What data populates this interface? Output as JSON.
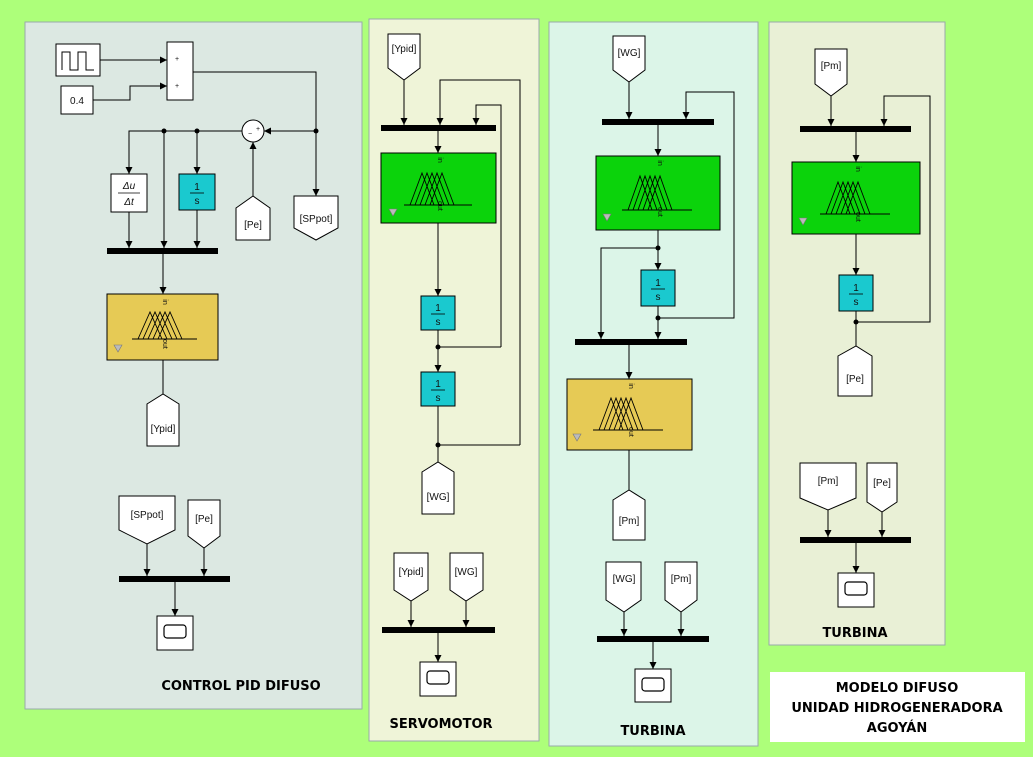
{
  "panels": {
    "control": {
      "title": "CONTROL PID DIFUSO",
      "bg": "#dce8e2"
    },
    "servo": {
      "title": "SERVOMOTOR",
      "bg": "#eff4d8"
    },
    "turbina": {
      "title": "TURBINA",
      "bg": "#dcf5e8"
    },
    "turbina2": {
      "title": "TURBINA",
      "bg": "#e9f0d6"
    }
  },
  "model_title": {
    "line1": "MODELO DIFUSO",
    "line2": "UNIDAD HIDROGENERADORA",
    "line3": "AGOYÁN"
  },
  "control": {
    "constant": "0.4",
    "sum_top": "+",
    "sum_bottom": "+",
    "circle_sum_plus": "+",
    "circle_sum_minus": "−",
    "deriv_num": "Δu",
    "deriv_den": "Δt",
    "integ_num": "1",
    "integ_den": "s",
    "from_pe": "[Pe]",
    "goto_sppot": "[SPpot]",
    "goto_ypid": "[Ypid]",
    "from_sppot2": "[SPpot]",
    "from_pe2": "[Pe]",
    "fuzzy_in": "in",
    "fuzzy_out": "out"
  },
  "servo": {
    "from_ypid": "[Ypid]",
    "integ1_num": "1",
    "integ1_den": "s",
    "integ2_num": "1",
    "integ2_den": "s",
    "goto_wg": "[WG]",
    "from_ypid2": "[Ypid]",
    "from_wg2": "[WG]",
    "fuzzy_in": "in",
    "fuzzy_out": "out"
  },
  "turbina": {
    "from_wg": "[WG]",
    "integ_num": "1",
    "integ_den": "s",
    "goto_pm": "[Pm]",
    "from_wg2": "[WG]",
    "from_pm2": "[Pm]",
    "fuzzy1_in": "in",
    "fuzzy1_out": "out",
    "fuzzy2_in": "in",
    "fuzzy2_out": "out"
  },
  "turbina2": {
    "from_pm": "[Pm]",
    "integ_num": "1",
    "integ_den": "s",
    "goto_pe": "[Pe]",
    "from_pm2": "[Pm]",
    "from_pe2": "[Pe]",
    "fuzzy_in": "in",
    "fuzzy_out": "out"
  },
  "colors": {
    "background": "#adff7a",
    "fuzzy_green": "#0bd30b",
    "fuzzy_gold": "#e6ca55",
    "integrator": "#1ac9cf",
    "bus": "#000000"
  }
}
